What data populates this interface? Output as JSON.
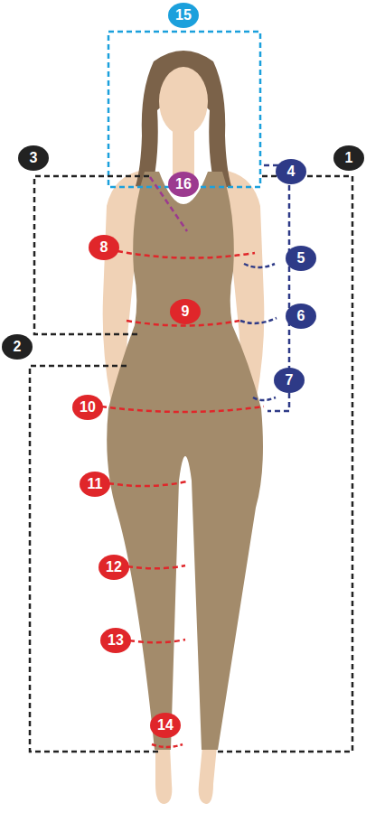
{
  "diagram": {
    "labels": [
      "15",
      "3",
      "16",
      "1",
      "4",
      "8",
      "5",
      "9",
      "6",
      "2",
      "10",
      "7",
      "11",
      "12",
      "13",
      "14"
    ]
  }
}
